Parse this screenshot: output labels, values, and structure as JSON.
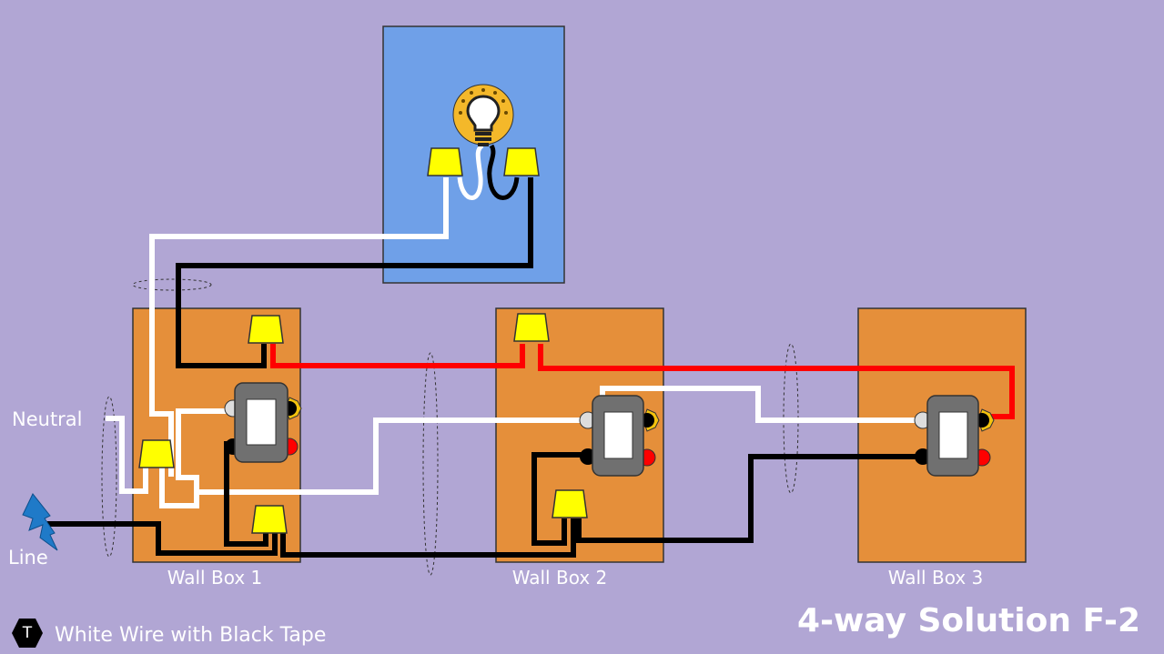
{
  "labels": {
    "neutral": "Neutral",
    "line": "Line",
    "wall_box_1": "Wall Box 1",
    "wall_box_2": "Wall Box 2",
    "wall_box_3": "Wall Box 3"
  },
  "title": "4-way Solution F-2",
  "legend": {
    "marker": "T",
    "text": "White Wire with Black Tape"
  },
  "colors": {
    "background": "#b1a6d4",
    "wall_box": "#e58f3a",
    "fixture_box": "#6fa0e8",
    "wire_hot": "#000000",
    "wire_neutral": "#ffffff",
    "wire_traveler": "#ff0000",
    "wire_nut": "#ffff00",
    "switch_body": "#707070",
    "terminal_brass": "#f4c20d"
  },
  "icons": [
    "light-bulb-icon",
    "lightning-bolt-icon",
    "hexagon-tape-marker-icon"
  ]
}
